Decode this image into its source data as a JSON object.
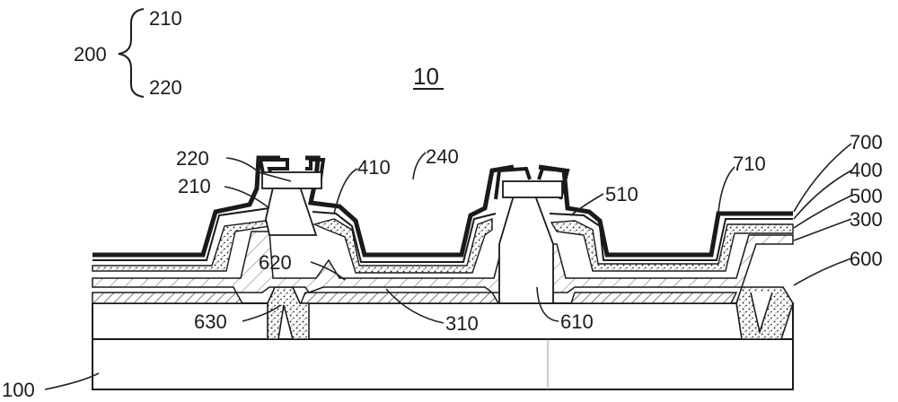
{
  "figure": {
    "title": "10",
    "group": {
      "parent": "200",
      "child_top": "210",
      "child_bottom": "220"
    },
    "labels": {
      "l220": "220",
      "l210": "210",
      "l410": "410",
      "l240": "240",
      "l510": "510",
      "l710": "710",
      "l700": "700",
      "l400": "400",
      "l500": "500",
      "l300": "300",
      "l600": "600",
      "l620": "620",
      "l630": "630",
      "l310": "310",
      "l610": "610",
      "l100": "100"
    }
  },
  "colors": {
    "line": "#1a1a1a",
    "background": "#ffffff"
  }
}
